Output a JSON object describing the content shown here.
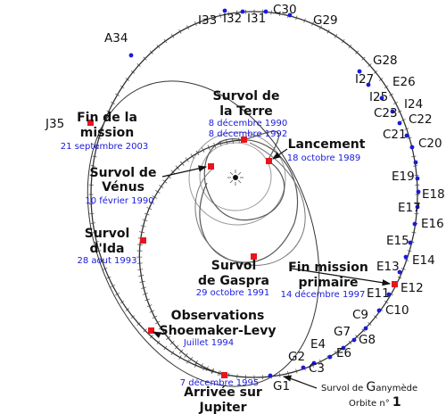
{
  "events": {
    "earth_flyby": {
      "title_line1": "Survol de",
      "title_line2": "la Terre",
      "date1": "8 décembre 1990",
      "date2": "8 décembre 1992"
    },
    "launch": {
      "title": "Lancement",
      "date": "18 octobre 1989"
    },
    "venus_flyby": {
      "title_line1": "Survol de",
      "title_line2": "Vénus",
      "date": "10 février 1990"
    },
    "mission_end": {
      "title_line1": "Fin de la",
      "title_line2": "mission",
      "date": "21 septembre 2003"
    },
    "ida_flyby": {
      "title_line1": "Survol",
      "title_line2": "d'Ida",
      "date": "28 aout 1993"
    },
    "gaspra_flyby": {
      "title_line1": "Survol",
      "title_line2": "de Gaspra",
      "date": "29 octobre 1991"
    },
    "primary_end": {
      "title_line1": "Fin mission",
      "title_line2": "primaire",
      "date": "14 décembre 1997"
    },
    "shoemaker_levy": {
      "title_line1": "Observations",
      "title_line2": "Shoemaker-Levy",
      "date": "Juillet 1994"
    },
    "jupiter_arrival": {
      "date": "7 décembre 1995",
      "title_line1": "Arrivée sur",
      "title_line2": "Jupiter"
    }
  },
  "legend": {
    "flyby_prefix": "Survol de ",
    "flyby_letter": "G",
    "flyby_rest": "anymède",
    "orbit_prefix": "Orbite n° ",
    "orbit_number": "1"
  },
  "orbit_labels": {
    "C30": "C30",
    "I33": "I33",
    "I32": "I32",
    "I31": "I31",
    "G29": "G29",
    "A34": "A34",
    "G28": "G28",
    "I27": "I27",
    "E26": "E26",
    "I25": "I25",
    "I24": "I24",
    "C23": "C23",
    "C22": "C22",
    "C21": "C21",
    "C20": "C20",
    "E19": "E19",
    "E18": "E18",
    "E17": "E17",
    "E16": "E16",
    "E15": "E15",
    "E14": "E14",
    "E13": "E13",
    "E12": "E12",
    "E11": "E11",
    "C10": "C10",
    "C9": "C9",
    "G8": "G8",
    "G7": "G7",
    "E6": "E6",
    "E4": "E4",
    "C3": "C3",
    "G2": "G2",
    "G1": "G1",
    "J35": "J35"
  },
  "colors": {
    "date_blue": "#1a1adb",
    "marker_red": "#e8141c",
    "dot_blue": "#1a1adb",
    "line_dark": "#333333",
    "orbit_gray": "#9a9a9a"
  }
}
